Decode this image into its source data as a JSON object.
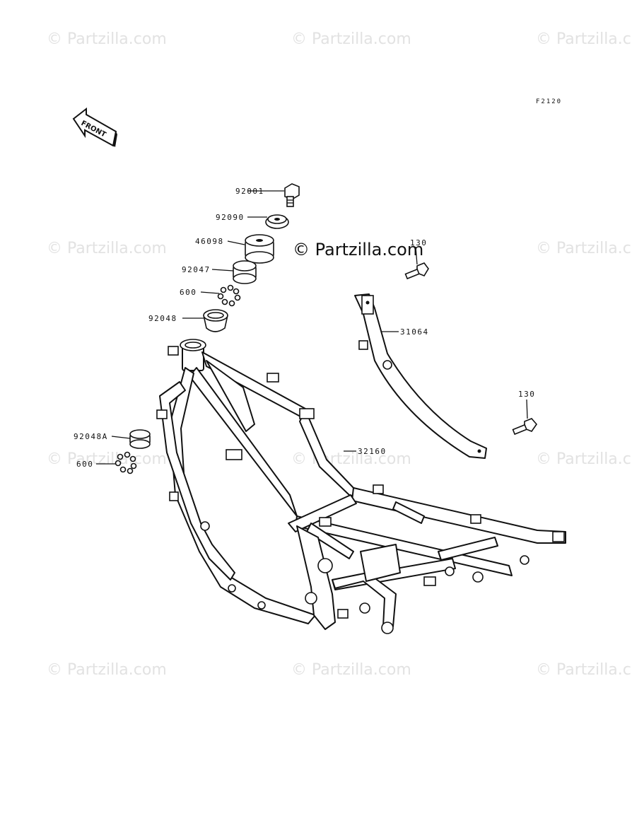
{
  "watermark": {
    "text": "© Partzilla.com",
    "center_text": "© Partzilla.com"
  },
  "diagram": {
    "code": "F2120",
    "front_label": "FRONT"
  },
  "labels": {
    "p92001": "92001",
    "p92090": "92090",
    "p46098": "46098",
    "p92047": "92047",
    "p600a": "600",
    "p92048": "92048",
    "p130a": "130",
    "p31064": "31064",
    "p130b": "130",
    "p32160": "32160",
    "p92048A": "92048A",
    "p600b": "600"
  }
}
